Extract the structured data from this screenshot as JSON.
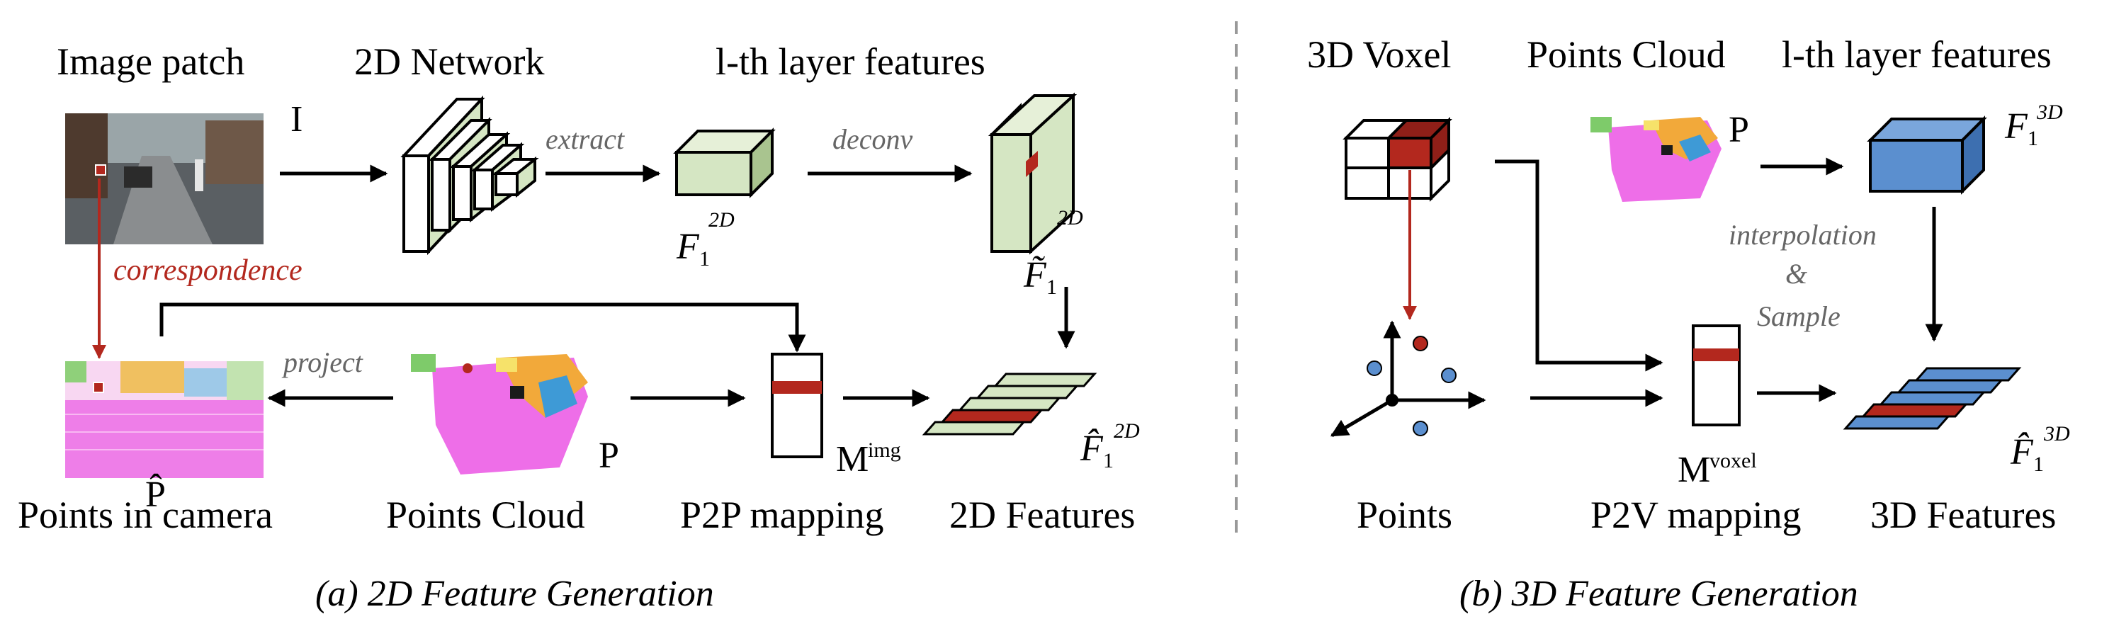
{
  "panel_a": {
    "labels": {
      "image_patch": "Image patch",
      "network_2d": "2D Network",
      "layer_features": "l-th layer features",
      "points_in_camera": "Points in camera",
      "points_cloud": "Points Cloud",
      "p2p_mapping": "P2P mapping",
      "features_2d": "2D Features"
    },
    "ops": {
      "extract": "extract",
      "deconv": "deconv",
      "project": "project",
      "correspondence": "correspondence"
    },
    "symbols": {
      "I": "I",
      "P": "P",
      "P_hat": "P̂",
      "F": "F",
      "F_tilde": "F̃",
      "F_hat": "F̂",
      "sub_1": "1",
      "sup_2d": "2D",
      "M": "M",
      "M_sup": "img"
    },
    "caption": "(a) 2D Feature Generation"
  },
  "panel_b": {
    "labels": {
      "voxel_3d": "3D Voxel",
      "points_cloud": "Points Cloud",
      "layer_features": "l-th layer features",
      "points": "Points",
      "p2v_mapping": "P2V mapping",
      "features_3d": "3D Features"
    },
    "ops": {
      "interpolation": "interpolation",
      "and": "&",
      "sample": "Sample"
    },
    "symbols": {
      "P": "P",
      "F": "F",
      "F_hat": "F̂",
      "sub_1": "1",
      "sup_3d": "3D",
      "M": "M",
      "M_sup": "voxel"
    },
    "caption": "(b) 3D Feature Generation"
  },
  "colors": {
    "feature_2d_fill": "#d5e6c3",
    "feature_2d_side": "#a9c48f",
    "feature_3d_fill": "#5b8fcf",
    "feature_3d_side": "#3d6fb0",
    "highlight_red": "#b3281e",
    "divider": "#999999",
    "op_text": "#666666"
  }
}
